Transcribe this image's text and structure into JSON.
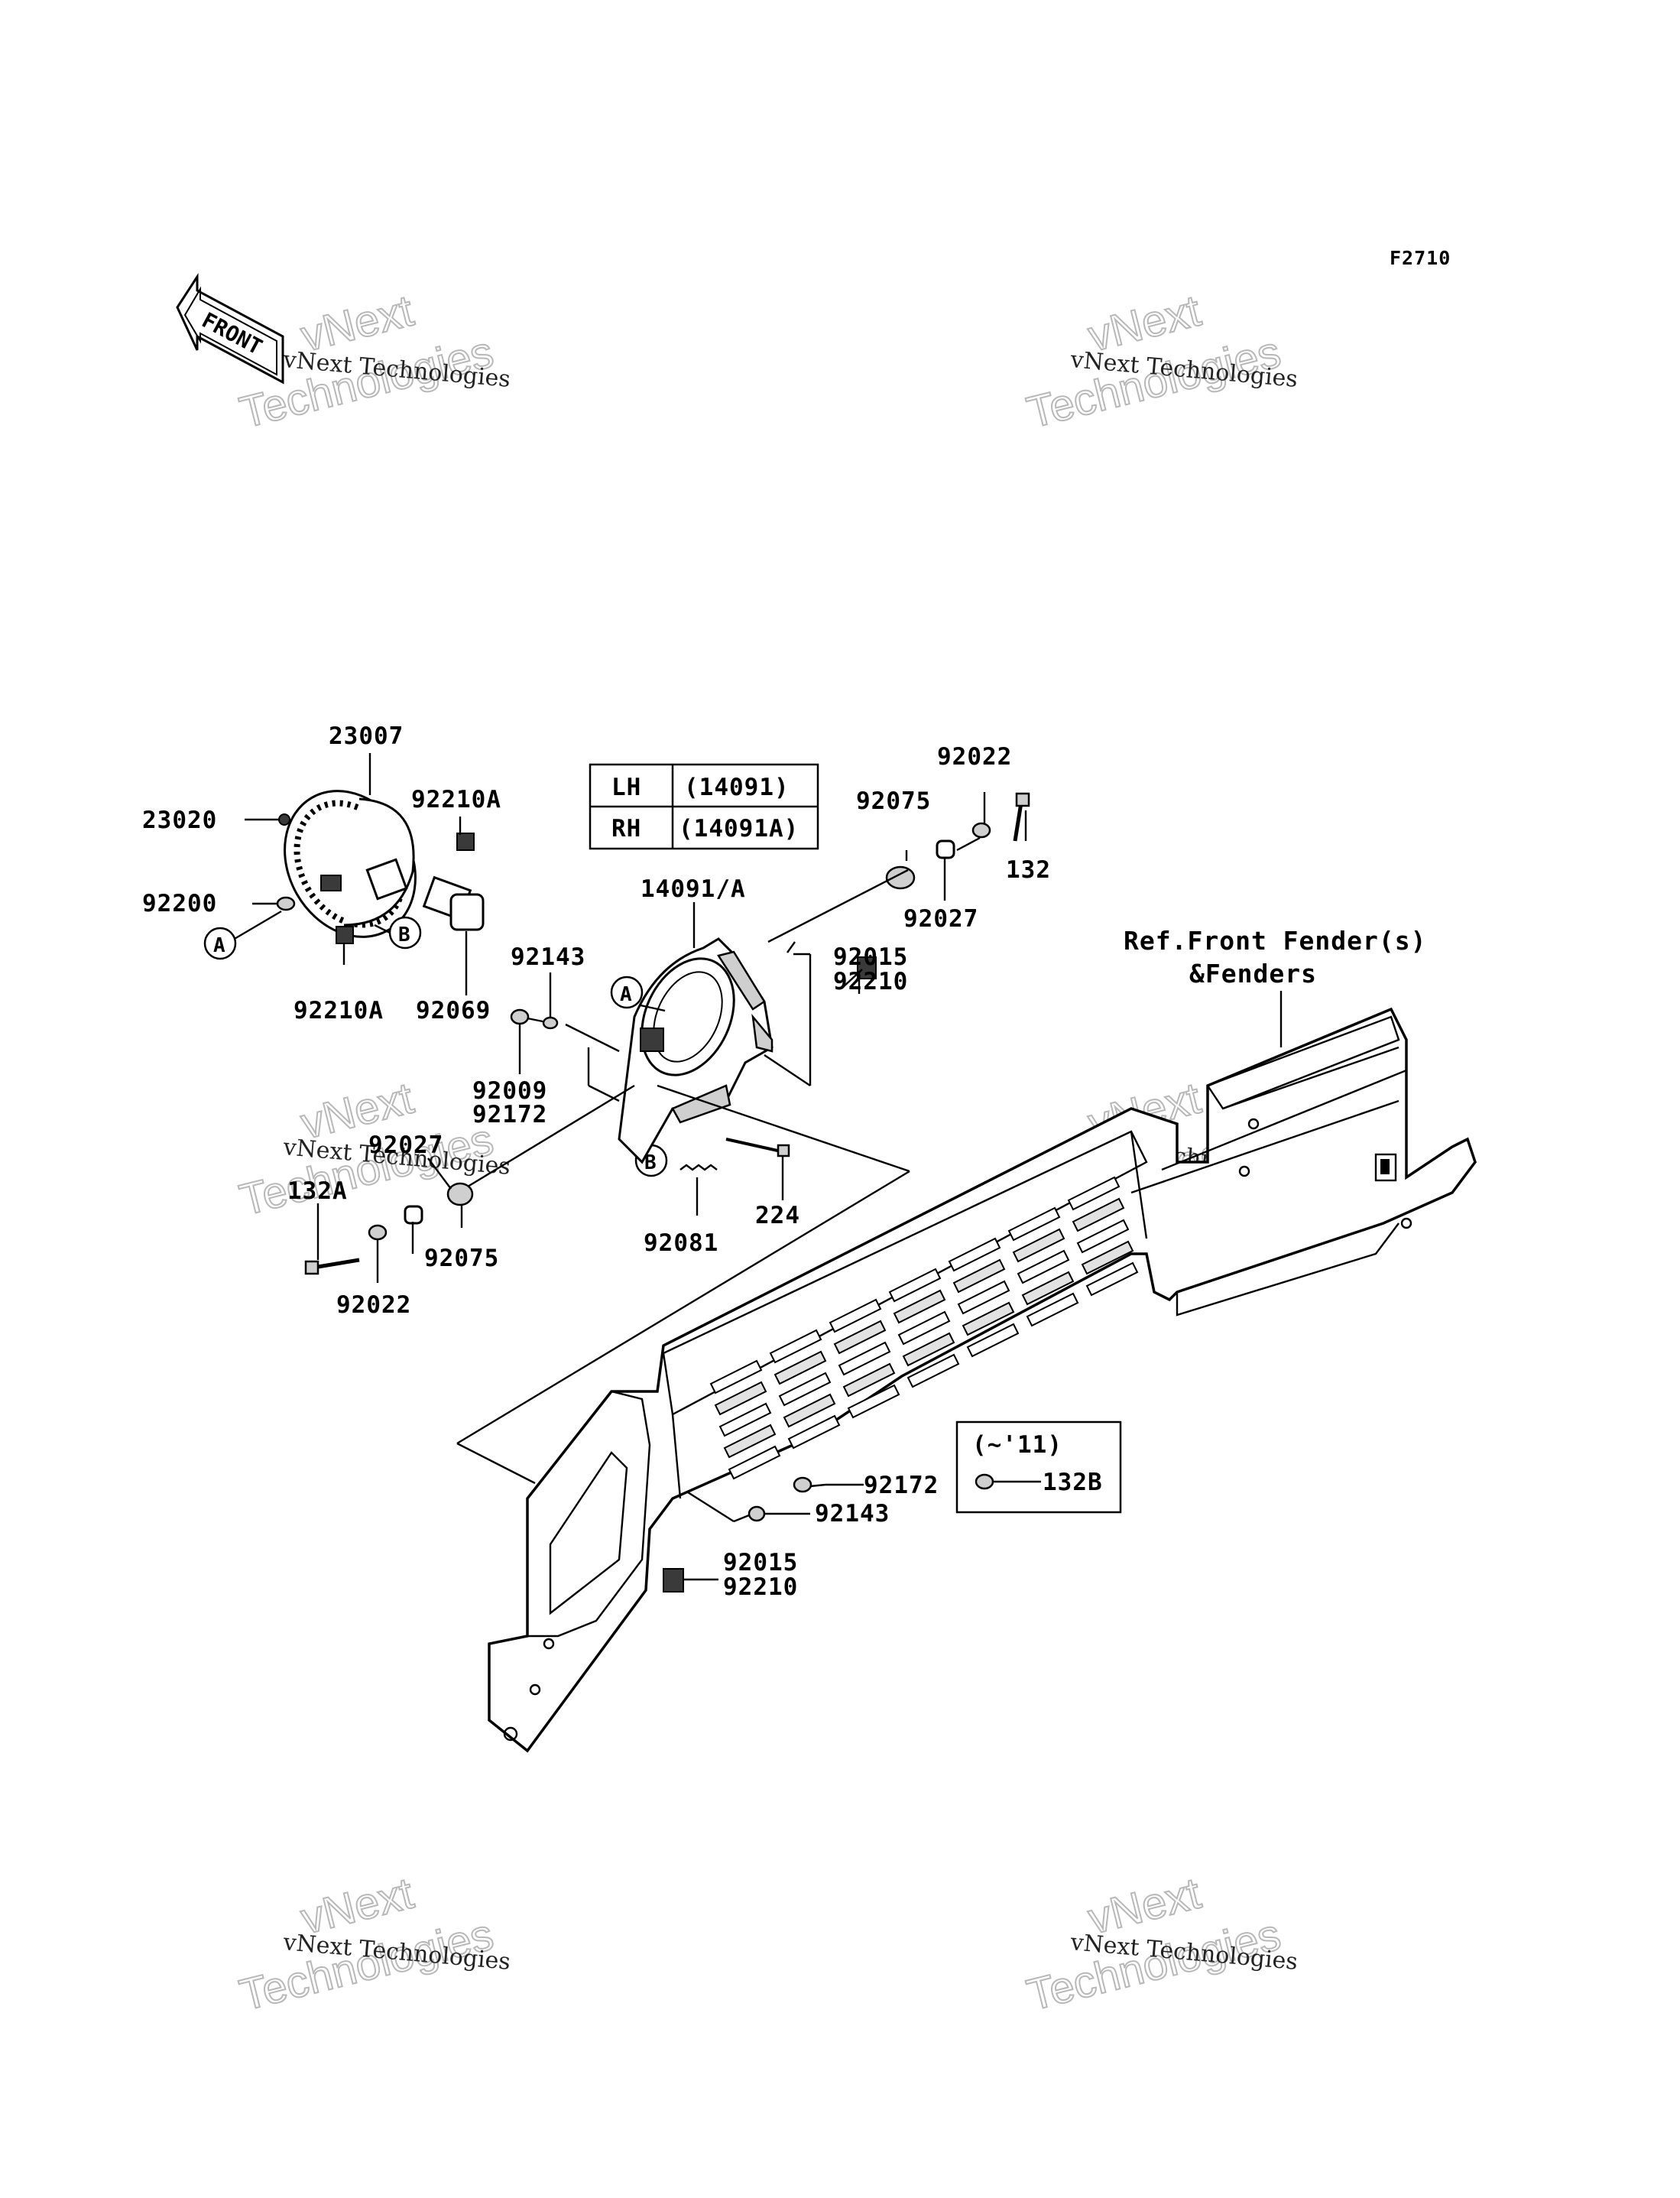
{
  "figure_code": "F2710",
  "front_arrow_label": "FRONT",
  "watermark": {
    "small": "vNext Technologies",
    "big_line1": "vNext",
    "big_line2": "Technologies"
  },
  "reference_note": {
    "line1": "Ref.Front Fender(s)",
    "line2": "&Fenders"
  },
  "side_table": {
    "rows": [
      {
        "side": "LH",
        "part": "(14091)"
      },
      {
        "side": "RH",
        "part": "(14091A)"
      }
    ]
  },
  "variant_box": {
    "label": "(~'11)",
    "part": "132B"
  },
  "callout_markers": [
    "A",
    "B"
  ],
  "part_numbers": {
    "p23007": "23007",
    "p92210A_top": "92210A",
    "p23020": "23020",
    "p92200": "92200",
    "p92210A_bottom": "92210A",
    "p92069": "92069",
    "p14091A": "14091/A",
    "p92143_top": "92143",
    "p92009": "92009",
    "p92172_left": "92172",
    "p92027_left": "92027",
    "p132A": "132A",
    "p92022_left": "92022",
    "p92075_left": "92075",
    "p92081": "92081",
    "p224": "224",
    "p92022_top": "92022",
    "p92075_top": "92075",
    "p132": "132",
    "p92027_top": "92027",
    "p92015_top": "92015",
    "p92210_top": "92210",
    "p92172_bottom": "92172",
    "p92143_bottom": "92143",
    "p92015_bottom": "92015",
    "p92210_bottom": "92210"
  }
}
